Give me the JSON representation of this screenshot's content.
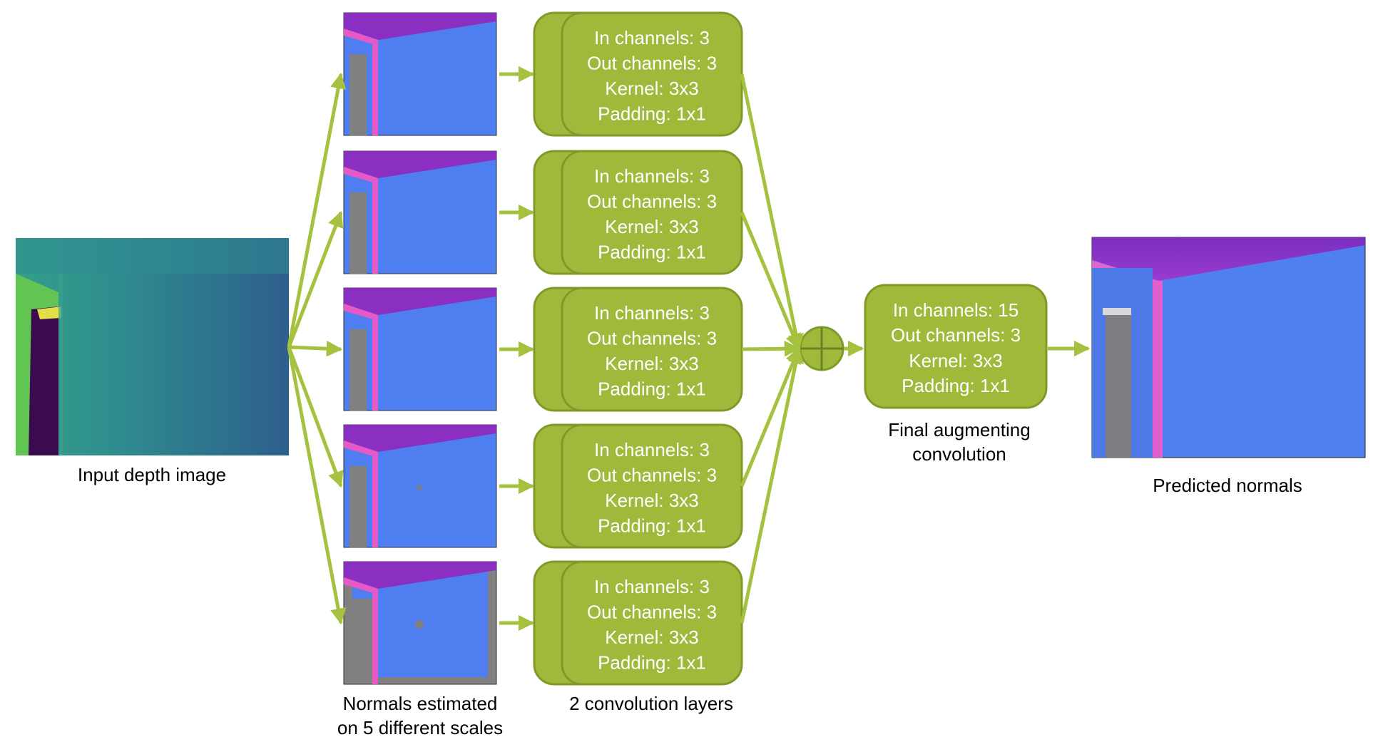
{
  "title": "",
  "colors": {
    "arrow": "#a4c23f",
    "box_fill": "#9fba3a",
    "box_stroke": "#7f9a26",
    "box_text": "#ffffff",
    "normal_blue": "#4f7ef0",
    "normal_purple": "#8a2fc2",
    "normal_pink": "#e65ac8",
    "normal_gray": "#808080",
    "depth_teal": "#2f8a8f",
    "depth_blue": "#2d6690",
    "depth_green": "#66c74e",
    "depth_dark": "#3b0a4f",
    "depth_yellow": "#e6e34a"
  },
  "input": {
    "caption": "Input depth image"
  },
  "scales": {
    "caption_line1": "Normals estimated",
    "caption_line2": "on 5 different scales",
    "count": 5
  },
  "conv_layers": {
    "caption": "2 convolution layers",
    "boxes": [
      {
        "in": "In channels: 3",
        "out": "Out channels: 3",
        "kernel": "Kernel: 3x3",
        "padding": "Padding: 1x1"
      },
      {
        "in": "In channels: 3",
        "out": "Out channels: 3",
        "kernel": "Kernel: 3x3",
        "padding": "Padding: 1x1"
      },
      {
        "in": "In channels: 3",
        "out": "Out channels: 3",
        "kernel": "Kernel: 3x3",
        "padding": "Padding: 1x1"
      },
      {
        "in": "In channels: 3",
        "out": "Out channels: 3",
        "kernel": "Kernel: 3x3",
        "padding": "Padding: 1x1"
      },
      {
        "in": "In channels: 3",
        "out": "Out channels: 3",
        "kernel": "Kernel: 3x3",
        "padding": "Padding: 1x1"
      }
    ]
  },
  "final_conv": {
    "in": "In channels: 15",
    "out": "Out channels: 3",
    "kernel": "Kernel: 3x3",
    "padding": "Padding: 1x1",
    "caption_line1": "Final augmenting",
    "caption_line2": "convolution"
  },
  "output": {
    "caption": "Predicted normals"
  }
}
